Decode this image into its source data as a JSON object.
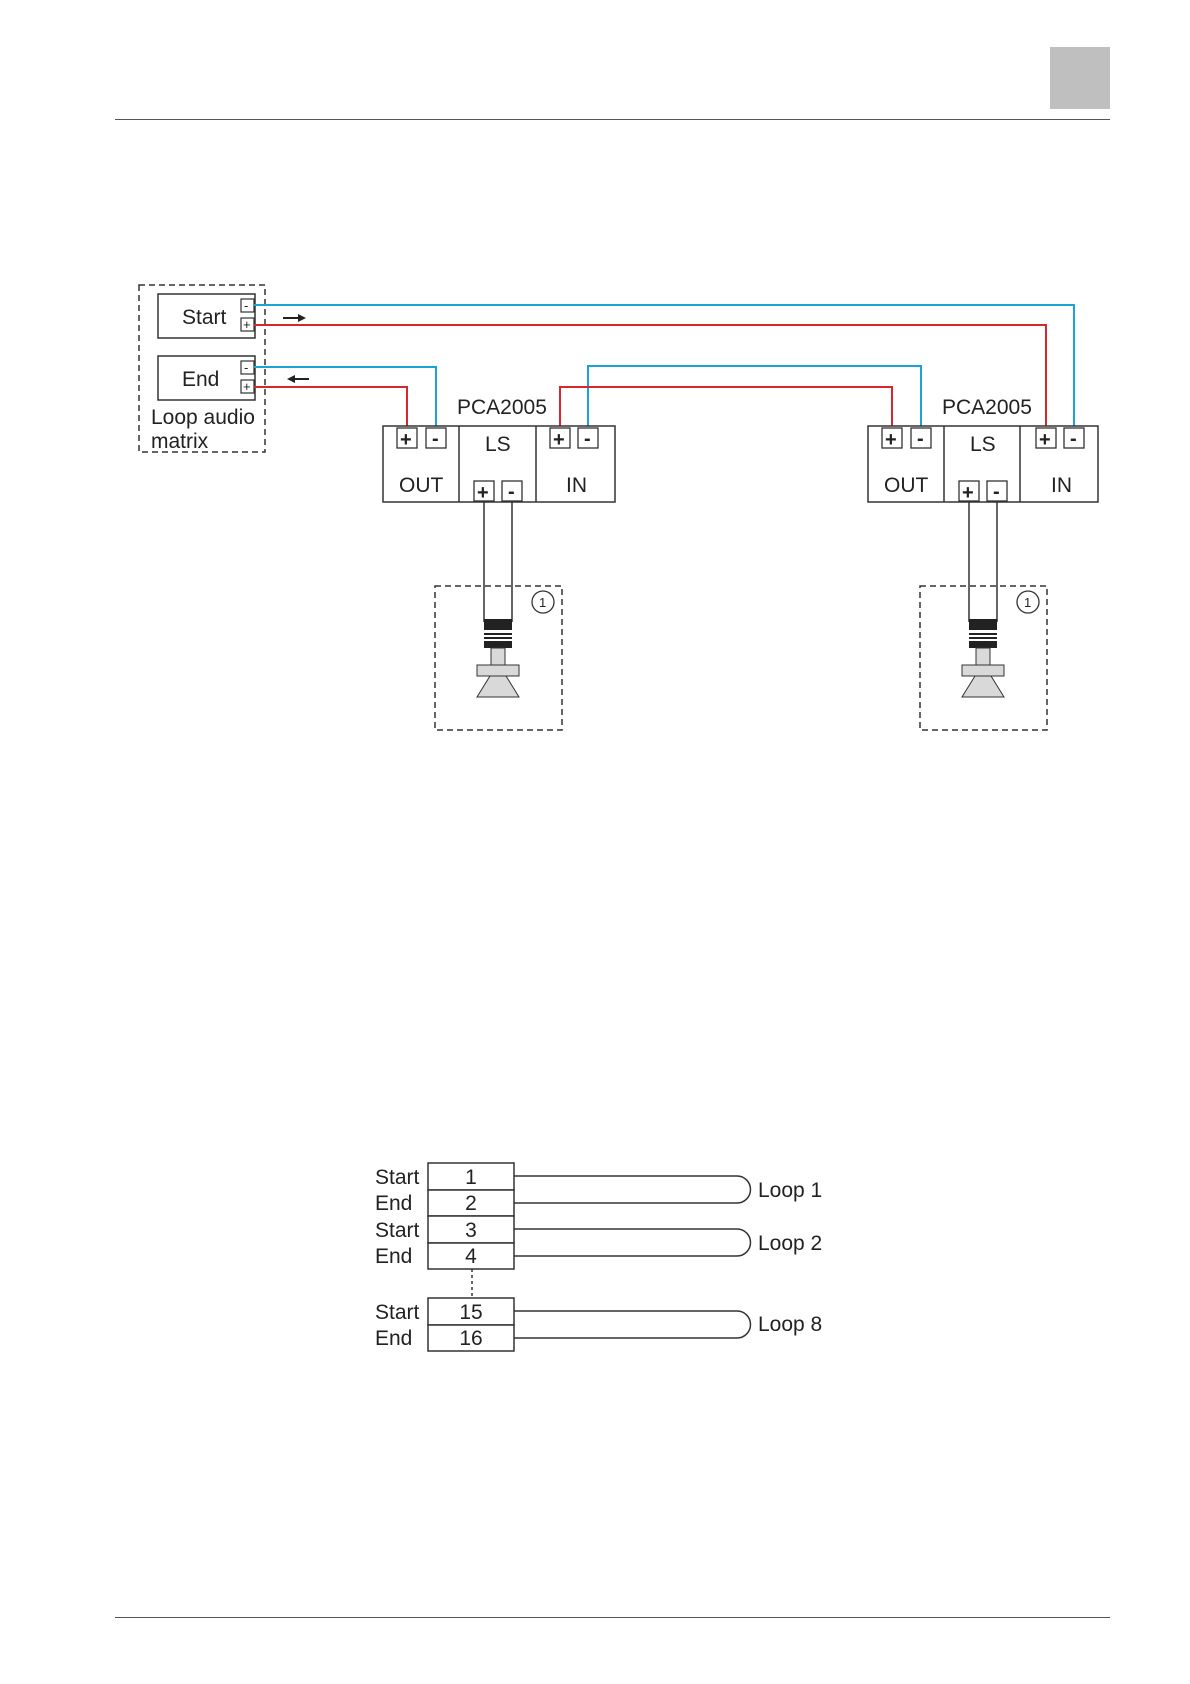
{
  "header": {
    "accent_color": "#bfbfbf"
  },
  "wiring_diagram": {
    "wire_colors": {
      "positive": "#d7262e",
      "negative": "#1aa3d9"
    },
    "matrix": {
      "start_label": "Start",
      "end_label": "End",
      "caption_line1": "Loop audio",
      "caption_line2": "matrix",
      "minus_sign": "-",
      "plus_sign": "+"
    },
    "modules": [
      {
        "model": "PCA2005",
        "out_label": "OUT",
        "ls_label": "LS",
        "in_label": "IN",
        "plus": "+",
        "minus": "-",
        "callout": "1",
        "speaker_icon": "loudspeaker-icon"
      },
      {
        "model": "PCA2005",
        "out_label": "OUT",
        "ls_label": "LS",
        "in_label": "IN",
        "plus": "+",
        "minus": "-",
        "callout": "1",
        "speaker_icon": "loudspeaker-icon"
      }
    ]
  },
  "loop_diagram": {
    "rows": [
      {
        "side": "Start",
        "terminal": "1"
      },
      {
        "side": "End",
        "terminal": "2"
      },
      {
        "side": "Start",
        "terminal": "3"
      },
      {
        "side": "End",
        "terminal": "4"
      },
      {
        "side": "Start",
        "terminal": "15"
      },
      {
        "side": "End",
        "terminal": "16"
      }
    ],
    "loops": [
      "Loop 1",
      "Loop 2",
      "Loop 8"
    ]
  }
}
